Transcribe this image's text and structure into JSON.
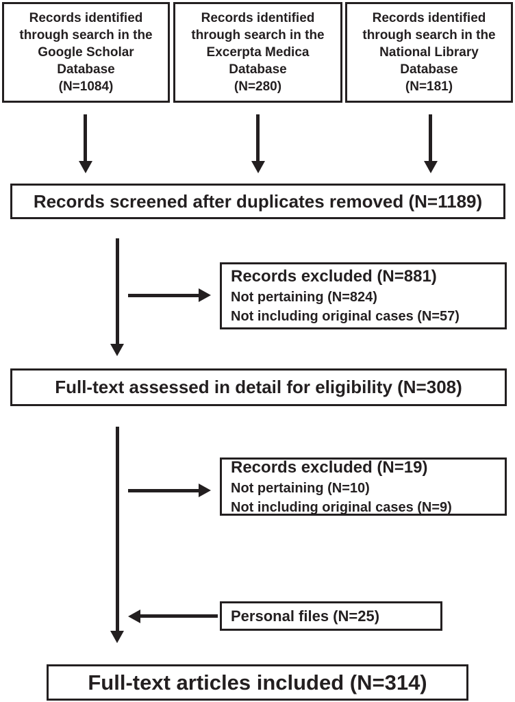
{
  "diagram": {
    "colors": {
      "ink": "#231f20",
      "background": "#ffffff"
    },
    "sources": [
      {
        "text": "Records identified\nthrough search in the\nGoogle Scholar\nDatabase\n(N=1084)"
      },
      {
        "text": "Records identified\nthrough search in the\nExcerpta Medica\nDatabase\n(N=280)"
      },
      {
        "text": "Records identified\nthrough search in the\nNational Library\nDatabase\n(N=181)"
      }
    ],
    "screened": {
      "text": "Records screened after duplicates removed (N=1189)"
    },
    "excluded_screening": {
      "title": "Records excluded (N=881)",
      "reasons": [
        "Not pertaining (N=824)",
        "Not including original cases (N=57)"
      ]
    },
    "fulltext_assessed": {
      "text": "Full-text assessed in detail for eligibility (N=308)"
    },
    "excluded_fulltext": {
      "title": "Records excluded (N=19)",
      "reasons": [
        "Not pertaining (N=10)",
        "Not including original cases (N=9)"
      ]
    },
    "personal_files": {
      "text": "Personal files (N=25)"
    },
    "included": {
      "text": "Full-text articles included (N=314)"
    }
  }
}
